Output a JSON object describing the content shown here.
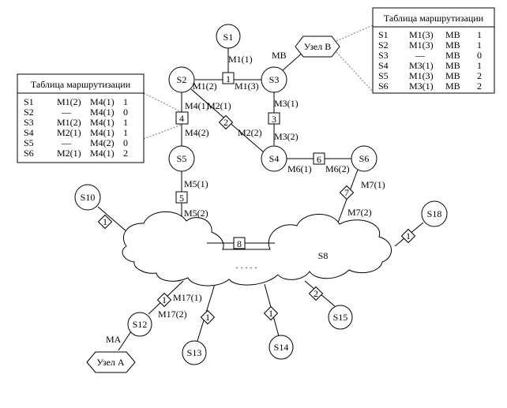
{
  "nodes": {
    "S1": "S1",
    "S2": "S2",
    "S3": "S3",
    "S4": "S4",
    "S5": "S5",
    "S6": "S6",
    "S8": "S8",
    "S10": "S10",
    "S12": "S12",
    "S13": "S13",
    "S14": "S14",
    "S15": "S15",
    "S18": "S18"
  },
  "hosts": {
    "A": "Узел А",
    "B": "Узел В"
  },
  "host_addr": {
    "MA": "MA",
    "MB": "MB"
  },
  "switches": {
    "sw1": "1",
    "sw2": "2",
    "sw3": "3",
    "sw4": "4",
    "sw5": "5",
    "sw6": "6",
    "sw7": "7",
    "sw8": "8",
    "sw_s10": "1",
    "sw_s18": "1",
    "sw_s12": "1",
    "sw_s13": "1",
    "sw_s14": "1",
    "sw_s15": "2"
  },
  "ports": {
    "m1_1": "M1(1)",
    "m1_2": "M1(2)",
    "m1_3": "M1(3)",
    "m2_1": "M2(1)",
    "m2_2": "M2(2)",
    "m3_1": "M3(1)",
    "m3_2": "M3(2)",
    "m4_1": "M4(1)",
    "m4_2": "M4(2)",
    "m5_1": "M5(1)",
    "m5_2": "M5(2)",
    "m6_1": "M6(1)",
    "m6_2": "M6(2)",
    "m7_1": "M7(1)",
    "m7_2": "M7(2)",
    "m17_1": "M17(1)",
    "m17_2": "M17(2)"
  },
  "dots": ". . . . .",
  "table_left": {
    "title": "Таблица маршрутизации",
    "rows": [
      [
        "S1",
        "M1(2)",
        "M4(1)",
        "1"
      ],
      [
        "S2",
        "—",
        "M4(1)",
        "0"
      ],
      [
        "S3",
        "M1(2)",
        "M4(1)",
        "1"
      ],
      [
        "S4",
        "M2(1)",
        "M4(1)",
        "1"
      ],
      [
        "S5",
        "—",
        "M4(2)",
        "0"
      ],
      [
        "S6",
        "M2(1)",
        "M4(1)",
        "2"
      ]
    ]
  },
  "table_right": {
    "title": "Таблица маршрутизации",
    "rows": [
      [
        "S1",
        "M1(3)",
        "MB",
        "1"
      ],
      [
        "S2",
        "M1(3)",
        "MB",
        "1"
      ],
      [
        "S3",
        "—",
        "MB",
        "0"
      ],
      [
        "S4",
        "M3(1)",
        "MB",
        "1"
      ],
      [
        "S5",
        "M1(3)",
        "MB",
        "2"
      ],
      [
        "S6",
        "M3(1)",
        "MB",
        "2"
      ]
    ]
  }
}
